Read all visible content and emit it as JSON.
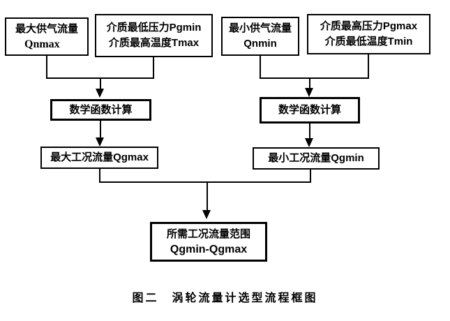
{
  "figure": {
    "caption": "图二　涡轮流量计选型流程框图",
    "colors": {
      "line": "#000000",
      "background": "#ffffff",
      "text": "#000000"
    },
    "boxes": {
      "qnmax": {
        "line1": "最大供气流量",
        "line2": "Qnmax"
      },
      "pgmin_tmax": {
        "line1": "介质最低压力Pgmin",
        "line2": "介质最高温度Tmax"
      },
      "qnmin": {
        "line1": "最小供气流量",
        "line2": "Qnmin"
      },
      "pgmax_tmin": {
        "line1": "介质最高压力Pgmax",
        "line2": "介质最低温度Tmin"
      },
      "calc_left": {
        "label": "数学函数计算"
      },
      "calc_right": {
        "label": "数学函数计算"
      },
      "qgmax": {
        "label": "最大工况流量Qgmax"
      },
      "qgmin": {
        "label": "最小工况流量Qgmin"
      },
      "result": {
        "line1": "所需工况流量范围",
        "line2": "Qgmin-Qgmax"
      }
    }
  }
}
